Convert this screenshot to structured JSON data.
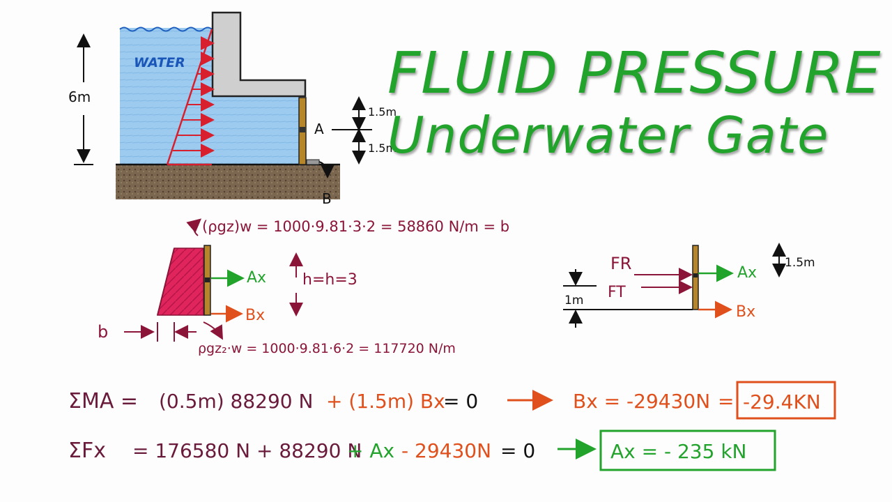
{
  "title": {
    "line1": "FLUID PRESSURE",
    "line2": "Underwater Gate"
  },
  "top_diagram": {
    "water_label": "WATER",
    "depth_label": "6m",
    "hinge_label": "A",
    "base_label": "B",
    "upper_dim": "1.5m",
    "lower_dim": "1.5m"
  },
  "middle_diagram": {
    "top_eq": "(ρgz)w = 1000·9.81·3·2 = 58860 N/m = b",
    "bottom_eq": "ρgz₂·w = 1000·9.81·6·2 = 117720 N/m",
    "b_label": "b",
    "ax_label": "Ax",
    "bx_label": "Bx",
    "h_label": "h=h=3"
  },
  "right_diagram": {
    "fr_label": "FR",
    "ft_label": "FT",
    "ax_label": "Ax",
    "bx_label": "Bx",
    "one_m": "1m",
    "dim_top": "1.5m"
  },
  "equations": {
    "moment": {
      "lhs": "ΣMA =",
      "term1": "(0.5m) 88290 N",
      "term2": "+ (1.5m) Bx",
      "rhs": "= 0",
      "result": "Bx = -29430N",
      "eq": "=",
      "boxed": "-29.4KN"
    },
    "force": {
      "lhs": "ΣFx",
      "term1": "= 176580 N + 88290 N",
      "term2": "+ Ax",
      "term3": "- 29430N",
      "rhs": "= 0",
      "boxed": "Ax = - 235 kN"
    }
  },
  "colors": {
    "green": "#22a32c",
    "maroon": "#8a1538",
    "orange": "#e0501c",
    "red": "#d81f2e",
    "water": "#8ec3ea",
    "gate": "#b8862a",
    "ground": "#6e5a44",
    "wall": "#c8c8c8"
  }
}
